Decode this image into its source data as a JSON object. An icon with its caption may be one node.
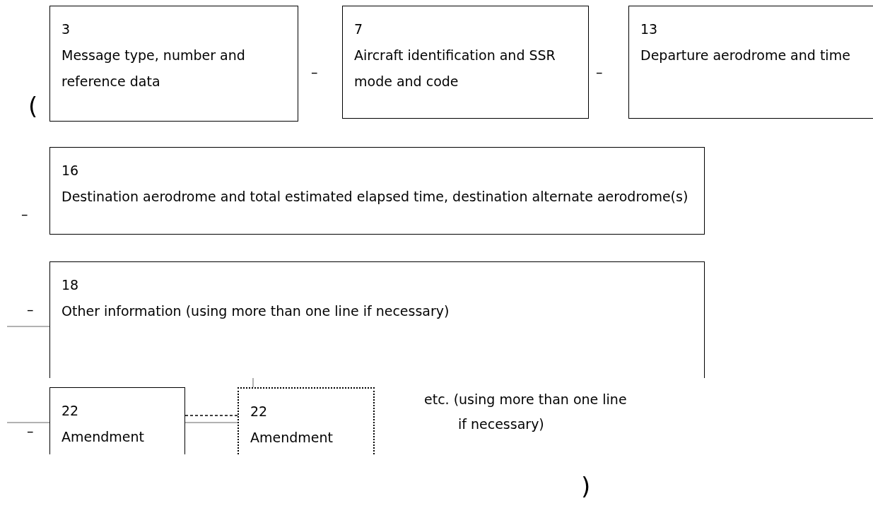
{
  "diagram": {
    "nodes": [
      {
        "text": [
          "3",
          "Message type, number and reference data"
        ]
      },
      {
        "text": [
          "7",
          "Aircraft identification and SSR mode and code"
        ]
      },
      {
        "text": [
          "13",
          "Departure aerodrome and time"
        ]
      },
      {
        "text": [
          "16",
          "Destination aerodrome and total estimated elapsed time, destination alternate aerodrome(s)"
        ]
      },
      {
        "text": [
          "18",
          "Other information (using more than one line if necessary)"
        ]
      },
      {
        "text": [
          "22",
          "Amendment"
        ]
      },
      {
        "text": [
          "22",
          "Amendment"
        ]
      }
    ],
    "edges": [
      {
        "from": 5,
        "to": 6,
        "arrow": "none",
        "style": "dashed"
      }
    ],
    "labels": [
      "(",
      "–",
      "–",
      "–",
      "–",
      "–",
      "etc. (using more than one line if necessary)",
      ")"
    ]
  }
}
